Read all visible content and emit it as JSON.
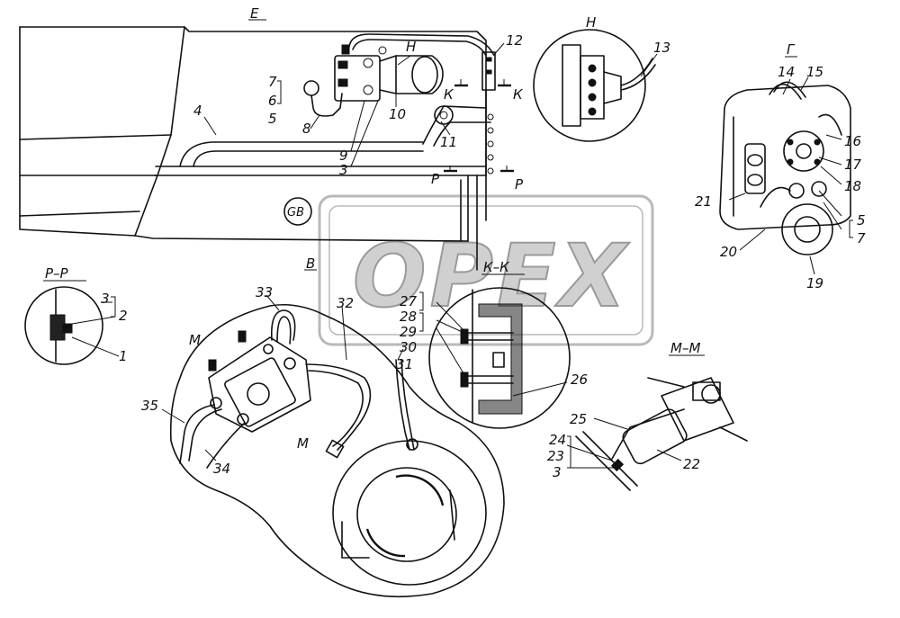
{
  "watermark": "OPEX",
  "badge": "GB",
  "section_titles": {
    "top": "Е",
    "b": "В",
    "view_h": "Н",
    "view_g": "Г",
    "pp": "Р–Р",
    "kk": "К–К",
    "mm": "М–М"
  },
  "cut_marks": {
    "k": "К",
    "p": "Р",
    "m": "М",
    "h": "Н"
  },
  "callouts": {
    "c1": "1",
    "c2": "2",
    "c3": "3",
    "c4": "4",
    "c5": "5",
    "c6": "6",
    "c7": "7",
    "c8": "8",
    "c9": "9",
    "c10": "10",
    "c11": "11",
    "c12": "12",
    "c13": "13",
    "c14": "14",
    "c15": "15",
    "c16": "16",
    "c17": "17",
    "c18": "18",
    "c19": "19",
    "c20": "20",
    "c21": "21",
    "c22": "22",
    "c23": "23",
    "c24": "24",
    "c25": "25",
    "c26": "26",
    "c27": "27",
    "c28": "28",
    "c29": "29",
    "c30": "30",
    "c31": "31",
    "c32": "32",
    "c33": "33",
    "c34": "34",
    "c35": "35"
  }
}
